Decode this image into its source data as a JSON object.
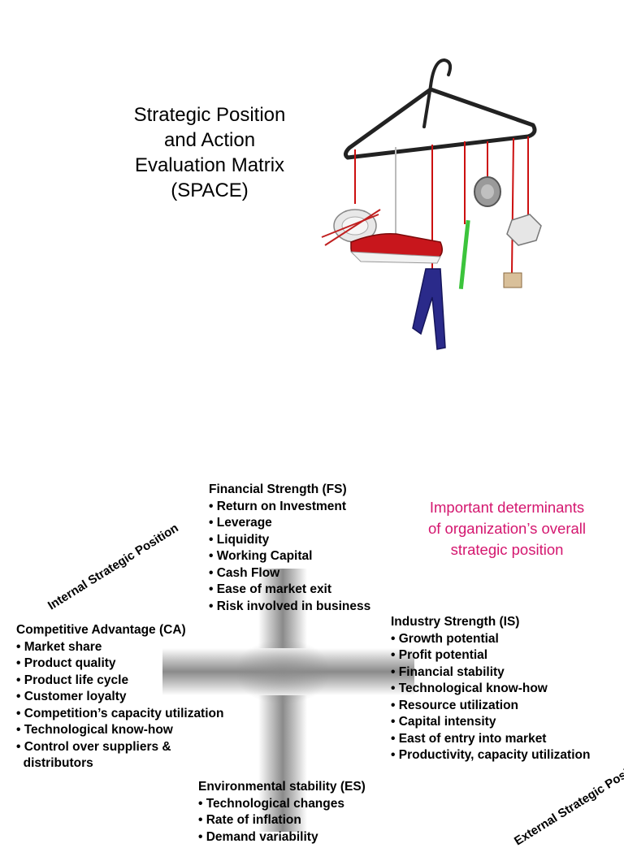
{
  "title": {
    "lines": [
      "Strategic Position",
      "and Action",
      "Evaluation Matrix",
      "(SPACE)"
    ]
  },
  "note": {
    "lines": [
      "Important determinants",
      "of organization’s overall",
      "strategic position"
    ]
  },
  "internal_label": "Internal Strategic Position",
  "external_label": "External Strategic Position",
  "fs": {
    "heading": "Financial Strength (FS)",
    "items": [
      "Return on Investment",
      "Leverage",
      "Liquidity",
      "Working Capital",
      "Cash Flow",
      "Ease of market exit",
      "Risk involved in business"
    ]
  },
  "ca": {
    "heading": "Competitive Advantage (CA)",
    "items": [
      "Market share",
      "Product quality",
      "Product life cycle",
      "Customer loyalty",
      "Competition’s capacity utilization",
      "Technological know-how",
      "Control over suppliers &"
    ],
    "continuation": "distributors"
  },
  "is": {
    "heading": "Industry Strength (IS)",
    "items": [
      "Growth potential",
      "Profit potential",
      "Financial stability",
      "Technological know-how",
      "Resource utilization",
      "Capital intensity",
      "East of entry into market",
      "Productivity, capacity utilization"
    ]
  },
  "es": {
    "heading": "Environmental stability (ES)",
    "items": [
      "Technological changes",
      "Rate of inflation",
      "Demand variability"
    ]
  },
  "colors": {
    "note": "#d4176f",
    "cross_dark": "#8a8a8a",
    "cross_light": "#ffffff"
  },
  "icons": [
    "clothes-hanger-illustration"
  ]
}
